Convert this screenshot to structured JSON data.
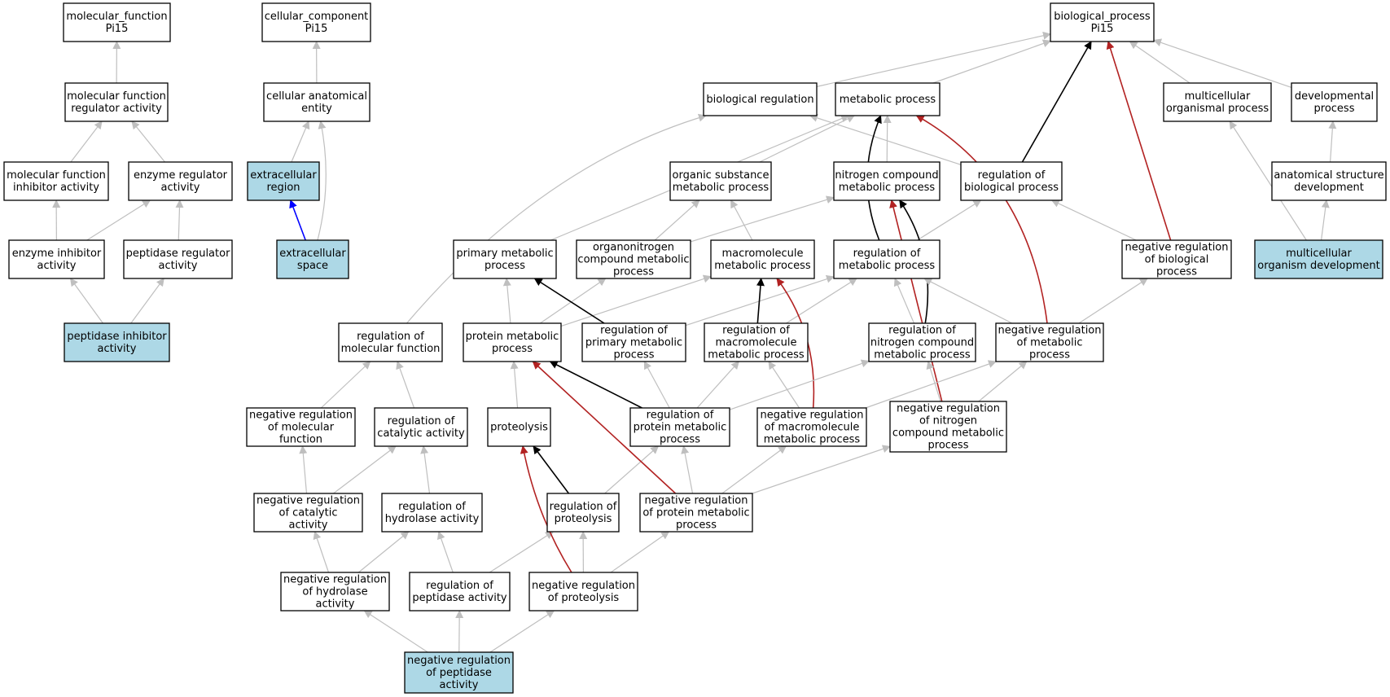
{
  "colors": {
    "background": "#ffffff",
    "highlight": "#add8e6",
    "edge_default": "#bfbfbf",
    "edge_black": "#000000",
    "edge_red": "#b22222",
    "edge_blue": "#0000ff"
  },
  "nodes": [
    {
      "id": "mf",
      "lines": [
        "molecular_function",
        "Pi15"
      ]
    },
    {
      "id": "cc",
      "lines": [
        "cellular_component",
        "Pi15"
      ]
    },
    {
      "id": "bp",
      "lines": [
        "biological_process",
        "Pi15"
      ]
    },
    {
      "id": "mfra",
      "lines": [
        "molecular function",
        "regulator activity"
      ]
    },
    {
      "id": "cae",
      "lines": [
        "cellular anatomical",
        "entity"
      ]
    },
    {
      "id": "breg",
      "lines": [
        "biological regulation"
      ]
    },
    {
      "id": "metab",
      "lines": [
        "metabolic process"
      ]
    },
    {
      "id": "mop",
      "lines": [
        "multicellular",
        "organismal process"
      ]
    },
    {
      "id": "devp",
      "lines": [
        "developmental",
        "process"
      ]
    },
    {
      "id": "mfia",
      "lines": [
        "molecular function",
        "inhibitor activity"
      ]
    },
    {
      "id": "era",
      "lines": [
        "enzyme regulator",
        "activity"
      ]
    },
    {
      "id": "exreg",
      "lines": [
        "extracellular",
        "region"
      ]
    },
    {
      "id": "osmp",
      "lines": [
        "organic substance",
        "metabolic process"
      ]
    },
    {
      "id": "ncmp",
      "lines": [
        "nitrogen compound",
        "metabolic process"
      ]
    },
    {
      "id": "rbp",
      "lines": [
        "regulation of",
        "biological process"
      ]
    },
    {
      "id": "asd",
      "lines": [
        "anatomical structure",
        "development"
      ]
    },
    {
      "id": "eia",
      "lines": [
        "enzyme inhibitor",
        "activity"
      ]
    },
    {
      "id": "pra",
      "lines": [
        "peptidase regulator",
        "activity"
      ]
    },
    {
      "id": "exsp",
      "lines": [
        "extracellular",
        "space"
      ]
    },
    {
      "id": "pmp",
      "lines": [
        "primary metabolic",
        "process"
      ]
    },
    {
      "id": "oncmp",
      "lines": [
        "organonitrogen",
        "compound metabolic",
        "process"
      ]
    },
    {
      "id": "mmp",
      "lines": [
        "macromolecule",
        "metabolic process"
      ]
    },
    {
      "id": "rmp",
      "lines": [
        "regulation of",
        "metabolic process"
      ]
    },
    {
      "id": "nrbp",
      "lines": [
        "negative regulation",
        "of biological",
        "process"
      ]
    },
    {
      "id": "mod",
      "lines": [
        "multicellular",
        "organism development"
      ]
    },
    {
      "id": "pia",
      "lines": [
        "peptidase inhibitor",
        "activity"
      ]
    },
    {
      "id": "rmf",
      "lines": [
        "regulation of",
        "molecular function"
      ]
    },
    {
      "id": "protmp",
      "lines": [
        "protein metabolic",
        "process"
      ]
    },
    {
      "id": "rpmp",
      "lines": [
        "regulation of",
        "primary metabolic",
        "process"
      ]
    },
    {
      "id": "rmmp",
      "lines": [
        "regulation of",
        "macromolecule",
        "metabolic process"
      ]
    },
    {
      "id": "rncmp",
      "lines": [
        "regulation of",
        "nitrogen compound",
        "metabolic process"
      ]
    },
    {
      "id": "nrmp",
      "lines": [
        "negative regulation",
        "of metabolic",
        "process"
      ]
    },
    {
      "id": "nrmf",
      "lines": [
        "negative regulation",
        "of molecular",
        "function"
      ]
    },
    {
      "id": "rca",
      "lines": [
        "regulation of",
        "catalytic activity"
      ]
    },
    {
      "id": "prot",
      "lines": [
        "proteolysis"
      ]
    },
    {
      "id": "rprotmp",
      "lines": [
        "regulation of",
        "protein metabolic",
        "process"
      ]
    },
    {
      "id": "nrmmp",
      "lines": [
        "negative regulation",
        "of macromolecule",
        "metabolic process"
      ]
    },
    {
      "id": "nrncmp",
      "lines": [
        "negative regulation",
        "of nitrogen",
        "compound metabolic",
        "process"
      ]
    },
    {
      "id": "nrca",
      "lines": [
        "negative regulation",
        "of catalytic",
        "activity"
      ]
    },
    {
      "id": "rha",
      "lines": [
        "regulation of",
        "hydrolase activity"
      ]
    },
    {
      "id": "rprot",
      "lines": [
        "regulation of",
        "proteolysis"
      ]
    },
    {
      "id": "nrprotmp",
      "lines": [
        "negative regulation",
        "of protein metabolic",
        "process"
      ]
    },
    {
      "id": "nrha",
      "lines": [
        "negative regulation",
        "of hydrolase",
        "activity"
      ]
    },
    {
      "id": "rpa",
      "lines": [
        "regulation of",
        "peptidase activity"
      ]
    },
    {
      "id": "nrprot",
      "lines": [
        "negative regulation",
        "of proteolysis"
      ]
    },
    {
      "id": "nrpa",
      "lines": [
        "negative regulation",
        "of peptidase",
        "activity"
      ]
    }
  ],
  "highlighted": [
    "exreg",
    "exsp",
    "pia",
    "mod",
    "nrpa"
  ],
  "edges": [
    {
      "from": "mfra",
      "to": "mf",
      "color": "gray"
    },
    {
      "from": "cae",
      "to": "cc",
      "color": "gray"
    },
    {
      "from": "mfia",
      "to": "mfra",
      "color": "gray"
    },
    {
      "from": "era",
      "to": "mfra",
      "color": "gray"
    },
    {
      "from": "eia",
      "to": "mfia",
      "color": "gray"
    },
    {
      "from": "eia",
      "to": "era",
      "color": "gray"
    },
    {
      "from": "pra",
      "to": "era",
      "color": "gray"
    },
    {
      "from": "pia",
      "to": "eia",
      "color": "gray"
    },
    {
      "from": "pia",
      "to": "pra",
      "color": "gray"
    },
    {
      "from": "exreg",
      "to": "cae",
      "color": "gray"
    },
    {
      "from": "exsp",
      "to": "cae",
      "color": "gray"
    },
    {
      "from": "exsp",
      "to": "exreg",
      "color": "blue"
    },
    {
      "from": "breg",
      "to": "bp",
      "color": "gray"
    },
    {
      "from": "metab",
      "to": "bp",
      "color": "gray"
    },
    {
      "from": "mop",
      "to": "bp",
      "color": "gray"
    },
    {
      "from": "devp",
      "to": "bp",
      "color": "gray"
    },
    {
      "from": "rbp",
      "to": "bp",
      "color": "black"
    },
    {
      "from": "nrbp",
      "to": "bp",
      "color": "red"
    },
    {
      "from": "asd",
      "to": "devp",
      "color": "gray"
    },
    {
      "from": "mod",
      "to": "asd",
      "color": "gray"
    },
    {
      "from": "mod",
      "to": "mop",
      "color": "gray"
    },
    {
      "from": "osmp",
      "to": "metab",
      "color": "gray"
    },
    {
      "from": "ncmp",
      "to": "metab",
      "color": "gray"
    },
    {
      "from": "pmp",
      "to": "metab",
      "color": "gray"
    },
    {
      "from": "rbp",
      "to": "breg",
      "color": "gray"
    },
    {
      "from": "rmp",
      "to": "metab",
      "color": "black"
    },
    {
      "from": "nrmp",
      "to": "metab",
      "color": "red"
    },
    {
      "from": "oncmp",
      "to": "osmp",
      "color": "gray"
    },
    {
      "from": "oncmp",
      "to": "ncmp",
      "color": "gray"
    },
    {
      "from": "mmp",
      "to": "osmp",
      "color": "gray"
    },
    {
      "from": "rmp",
      "to": "rbp",
      "color": "gray"
    },
    {
      "from": "nrbp",
      "to": "rbp",
      "color": "gray"
    },
    {
      "from": "rmf",
      "to": "breg",
      "color": "gray"
    },
    {
      "from": "protmp",
      "to": "pmp",
      "color": "gray"
    },
    {
      "from": "protmp",
      "to": "oncmp",
      "color": "gray"
    },
    {
      "from": "protmp",
      "to": "mmp",
      "color": "gray"
    },
    {
      "from": "rpmp",
      "to": "pmp",
      "color": "black"
    },
    {
      "from": "rpmp",
      "to": "rmp",
      "color": "gray"
    },
    {
      "from": "rmmp",
      "to": "mmp",
      "color": "black"
    },
    {
      "from": "rmmp",
      "to": "rmp",
      "color": "gray"
    },
    {
      "from": "rncmp",
      "to": "ncmp",
      "color": "black"
    },
    {
      "from": "rncmp",
      "to": "rmp",
      "color": "gray"
    },
    {
      "from": "nrmp",
      "to": "rmp",
      "color": "gray"
    },
    {
      "from": "nrmp",
      "to": "nrbp",
      "color": "gray"
    },
    {
      "from": "nrmmp",
      "to": "mmp",
      "color": "red"
    },
    {
      "from": "nrncmp",
      "to": "ncmp",
      "color": "red"
    },
    {
      "from": "nrmf",
      "to": "rmf",
      "color": "gray"
    },
    {
      "from": "rca",
      "to": "rmf",
      "color": "gray"
    },
    {
      "from": "prot",
      "to": "protmp",
      "color": "gray"
    },
    {
      "from": "rprotmp",
      "to": "protmp",
      "color": "black"
    },
    {
      "from": "rprotmp",
      "to": "rpmp",
      "color": "gray"
    },
    {
      "from": "rprotmp",
      "to": "rmmp",
      "color": "gray"
    },
    {
      "from": "rprotmp",
      "to": "rncmp",
      "color": "gray"
    },
    {
      "from": "nrmmp",
      "to": "rmmp",
      "color": "gray"
    },
    {
      "from": "nrmmp",
      "to": "nrmp",
      "color": "gray"
    },
    {
      "from": "nrncmp",
      "to": "rncmp",
      "color": "gray"
    },
    {
      "from": "nrncmp",
      "to": "nrmp",
      "color": "gray"
    },
    {
      "from": "nrca",
      "to": "nrmf",
      "color": "gray"
    },
    {
      "from": "nrca",
      "to": "rca",
      "color": "gray"
    },
    {
      "from": "rha",
      "to": "rca",
      "color": "gray"
    },
    {
      "from": "rprot",
      "to": "prot",
      "color": "black"
    },
    {
      "from": "rprot",
      "to": "rprotmp",
      "color": "gray"
    },
    {
      "from": "nrprotmp",
      "to": "protmp",
      "color": "red"
    },
    {
      "from": "nrprotmp",
      "to": "rprotmp",
      "color": "gray"
    },
    {
      "from": "nrprotmp",
      "to": "nrmmp",
      "color": "gray"
    },
    {
      "from": "nrprotmp",
      "to": "nrncmp",
      "color": "gray"
    },
    {
      "from": "nrha",
      "to": "nrca",
      "color": "gray"
    },
    {
      "from": "nrha",
      "to": "rha",
      "color": "gray"
    },
    {
      "from": "rpa",
      "to": "rha",
      "color": "gray"
    },
    {
      "from": "rpa",
      "to": "rprot",
      "color": "gray"
    },
    {
      "from": "nrprot",
      "to": "prot",
      "color": "red"
    },
    {
      "from": "nrprot",
      "to": "rprot",
      "color": "gray"
    },
    {
      "from": "nrprot",
      "to": "nrprotmp",
      "color": "gray"
    },
    {
      "from": "nrpa",
      "to": "nrha",
      "color": "gray"
    },
    {
      "from": "nrpa",
      "to": "rpa",
      "color": "gray"
    },
    {
      "from": "nrpa",
      "to": "nrprot",
      "color": "gray"
    }
  ]
}
